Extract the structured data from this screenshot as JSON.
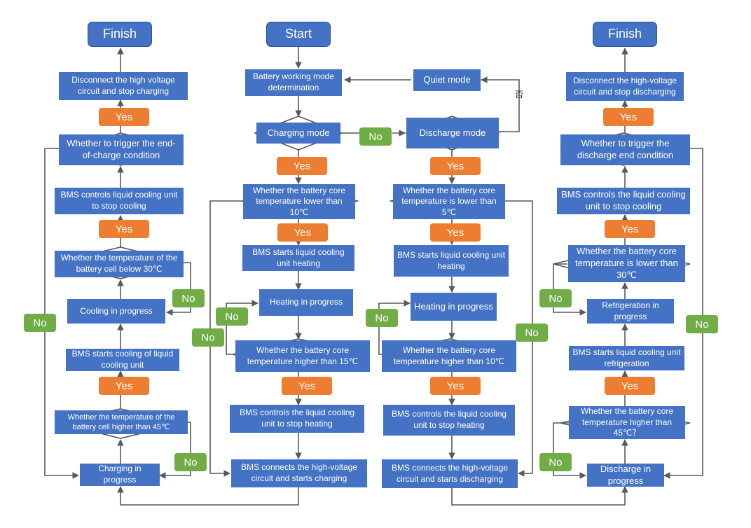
{
  "terminals": {
    "finish_left": "Finish",
    "start": "Start",
    "finish_right": "Finish"
  },
  "center": {
    "mode_determination": "Battery working mode determination",
    "quiet_mode": "Quiet mode",
    "quiet_branch_mark": "否",
    "charging_mode": "Charging mode",
    "discharge_mode": "Discharge mode"
  },
  "charge_heat": {
    "check_low": "Whether the battery core temperature lower than 10℃",
    "start_heating": "BMS starts liquid cooling unit heating",
    "heating": "Heating in progress",
    "check_high": "Whether the battery core temperature higher than 15℃",
    "stop_heating": "BMS controls the liquid cooling unit to stop heating",
    "connect": "BMS connects the high-voltage circuit and starts charging"
  },
  "discharge_heat": {
    "check_low": "Whether the battery core temperature is lower than 5℃",
    "start_heating": "BMS starts liquid cooling unit heating",
    "heating": "Heating in progress",
    "check_high": "Whether the battery core temperature higher than 10℃",
    "stop_heating": "BMS controls the liquid cooling unit to stop heating",
    "connect": "BMS connects the high-voltage circuit and starts discharging"
  },
  "charge_cool": {
    "disconnect": "Disconnect the high voltage circuit and stop charging",
    "end_check": "Whether to trigger the end-of-charge condition",
    "stop_cooling": "BMS controls liquid cooling unit to stop cooling",
    "check_below": "Whether the temperature of the battery cell below 30℃",
    "cooling": "Cooling in progress",
    "start_cooling": "BMS starts cooling of liquid cooling unit",
    "check_above": "Whether the temperature of the battery cell higher than 45℃",
    "charging": "Charging in progress"
  },
  "discharge_cool": {
    "disconnect": "Disconnect the high-voltage circuit and stop discharging",
    "end_check": "Whether to trigger the discharge end condition",
    "stop_cooling": "BMS controls the liquid cooling unit to stop cooling",
    "check_below": "Whether the battery core temperature is lower than 30℃",
    "refrigeration": "Refrigeration in progress",
    "start_refrigeration": "BMS starts liquid cooling unit refrigeration",
    "check_above": "Whether the battery core temperature higher than 45℃？",
    "discharging": "Discharge in progress"
  },
  "labels": {
    "yes": "Yes",
    "no": "No"
  },
  "colors": {
    "box": "#4472C4",
    "yes": "#ED7D31",
    "no": "#70AD47",
    "line": "#595959"
  }
}
